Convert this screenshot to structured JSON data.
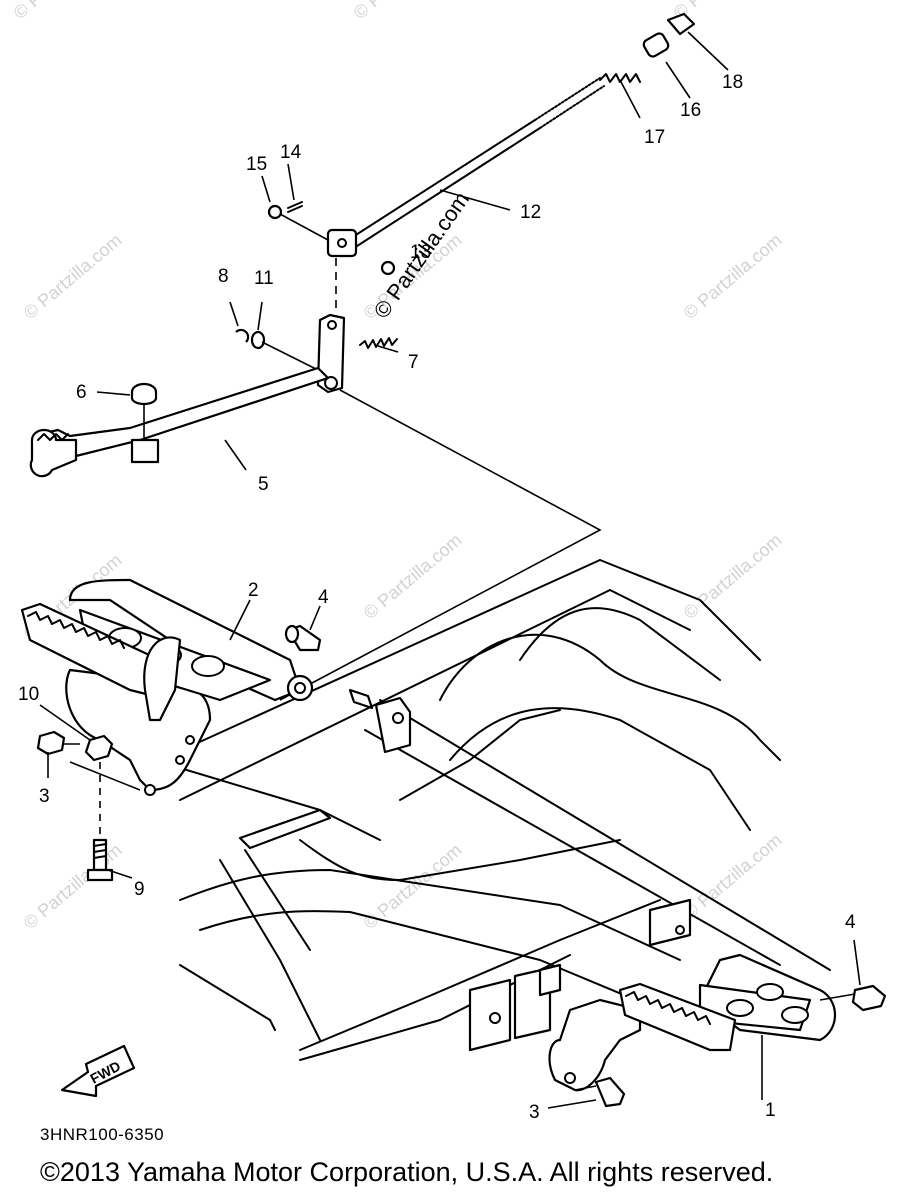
{
  "watermark": "© Partzilla.com",
  "callouts": {
    "c1": "1",
    "c2": "2",
    "c3a": "3",
    "c3b": "3",
    "c4a": "4",
    "c4b": "4",
    "c5": "5",
    "c6": "6",
    "c7": "7",
    "c8": "8",
    "c9": "9",
    "c10": "10",
    "c11": "11",
    "c12": "12",
    "c13": "13",
    "c14": "14",
    "c15": "15",
    "c16": "16",
    "c17": "17",
    "c18": "18"
  },
  "fwd_label": "FWD",
  "part_code": "3HNR100-6350",
  "copyright": "©2013  Yamaha Motor Corporation, U.S.A. All rights reserved."
}
